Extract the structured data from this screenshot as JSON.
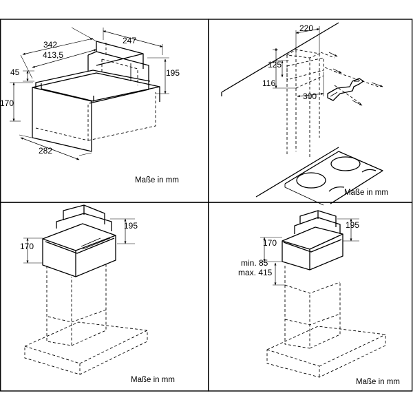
{
  "caption": "Maße in mm",
  "panels": [
    {
      "id": "top-left",
      "dimensions": [
        "342",
        "247",
        "413,5",
        "45",
        "195",
        "170",
        "282"
      ]
    },
    {
      "id": "top-right",
      "dimensions": [
        "220",
        "125",
        "116",
        "300"
      ]
    },
    {
      "id": "bottom-left",
      "dimensions": [
        "195",
        "170"
      ]
    },
    {
      "id": "bottom-right",
      "dimensions": [
        "195",
        "170",
        "min. 85",
        "max. 415"
      ]
    }
  ]
}
